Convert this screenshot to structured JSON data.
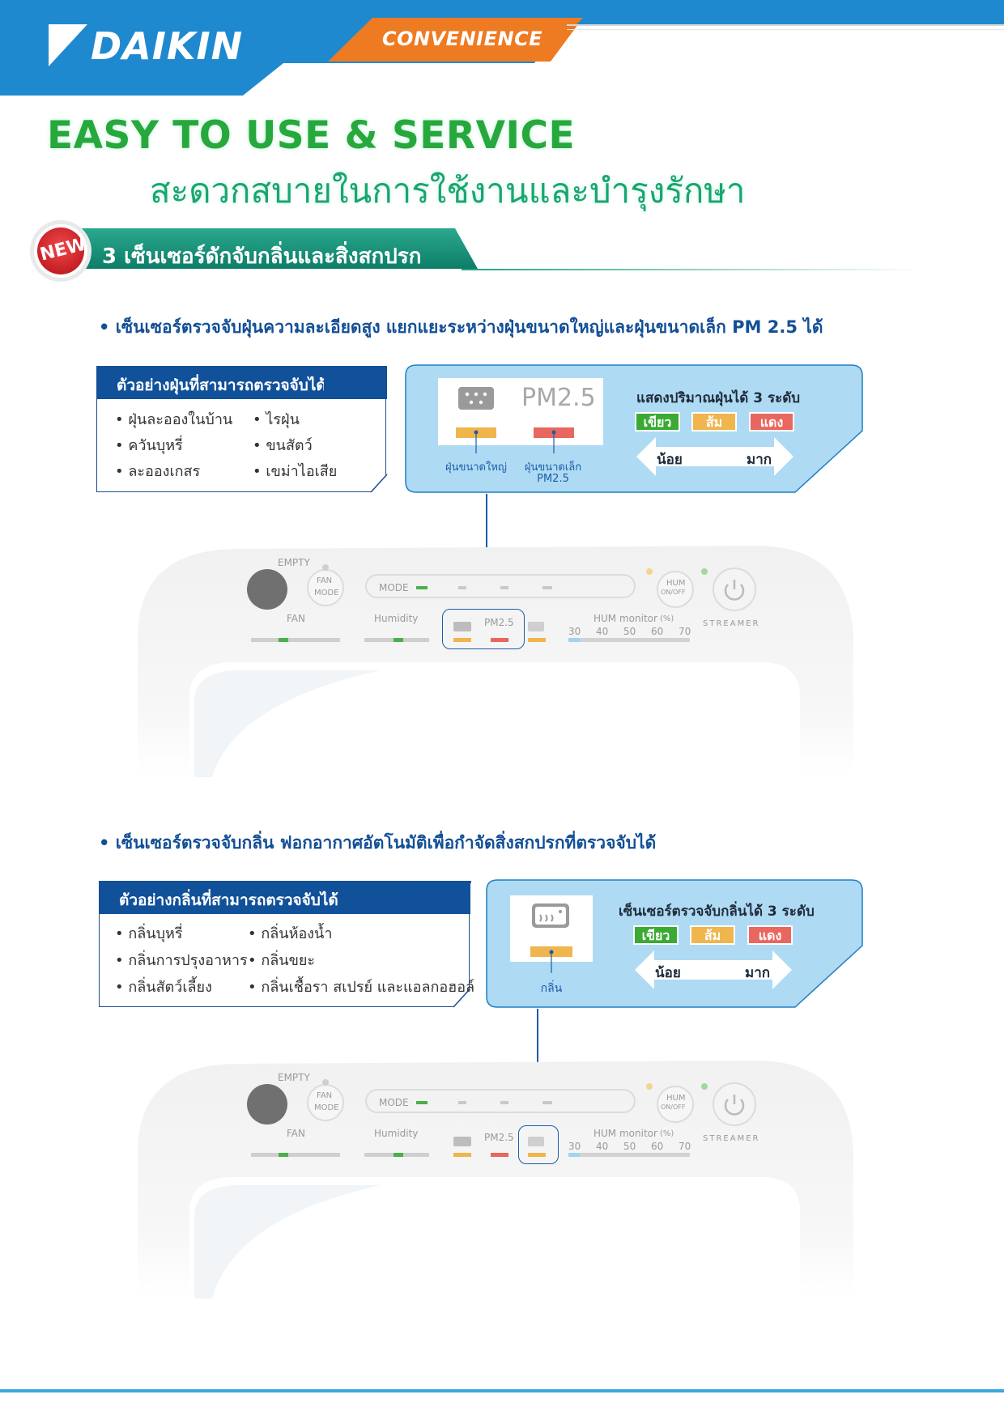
{
  "header": {
    "brand": "DAIKIN",
    "tag": "CONVENIENCE",
    "colors": {
      "brand_blue": "#1e88d0",
      "tag_orange": "#ee7a22"
    }
  },
  "titles": {
    "english": "EASY TO USE & SERVICE",
    "thai": "สะดวกสบายในการใช้งานและบำรุงรักษา"
  },
  "banner": {
    "badge": "NEW",
    "text": "3 เซ็นเซอร์ดักจับกลิ่นและสิ่งสกปรก"
  },
  "dust_section": {
    "bullet": "• เซ็นเซอร์ตรวจจับฝุ่นความละเอียดสูง แยกแยะระหว่างฝุ่นขนาดใหญ่และฝุ่นขนาดเล็ก PM 2.5 ได้",
    "examples_title": "ตัวอย่างฝุ่นที่สามารถตรวจจับได้",
    "examples_left": [
      "• ฝุ่นละอองในบ้าน",
      "• ควันบุหรี่",
      "• ละอองเกสร"
    ],
    "examples_right": [
      "• ไรฝุ่น",
      "• ขนสัตว์",
      "• เขม่าไอเสีย"
    ],
    "indicator_label": "PM2.5",
    "caption_large": "ฝุ่นขนาดใหญ่",
    "caption_small_line1": "ฝุ่นขนาดเล็ก",
    "caption_small_line2": "PM2.5",
    "levels_title": "แสดงปริมาณฝุ่นได้ 3 ระดับ",
    "levels": [
      "เขียว",
      "ส้ม",
      "แดง"
    ],
    "arrow_low": "น้อย",
    "arrow_high": "มาก"
  },
  "odor_section": {
    "bullet": "• เซ็นเซอร์ตรวจจับกลิ่น ฟอกอากาศอัตโนมัติเพื่อกำจัดสิ่งสกปรกที่ตรวจจับได้",
    "examples_title": "ตัวอย่างกลิ่นที่สามารถตรวจจับได้",
    "examples_left": [
      "• กลิ่นบุหรี่",
      "• กลิ่นการปรุงอาหาร",
      "• กลิ่นสัตว์เลี้ยง"
    ],
    "examples_right": [
      "• กลิ่นห้องน้ำ",
      "• กลิ่นขยะ",
      "• กลิ่นเชื้อรา สเปรย์ และแอลกอฮอล์"
    ],
    "caption": "กลิ่น",
    "levels_title": "เซ็นเซอร์ตรวจจับกลิ่นได้ 3 ระดับ",
    "levels": [
      "เขียว",
      "ส้ม",
      "แดง"
    ],
    "arrow_low": "น้อย",
    "arrow_high": "มาก"
  },
  "device_panel": {
    "empty": "EMPTY",
    "fan_mode_1": "FAN",
    "fan_mode_2": "MODE",
    "mode": "MODE",
    "fan": "FAN",
    "humidity": "Humidity",
    "pm25": "PM2.5",
    "hum_monitor": "HUM monitor",
    "hum_unit": "(%)",
    "scale": [
      "30",
      "40",
      "50",
      "60",
      "70"
    ],
    "hum_btn_1": "HUM",
    "hum_btn_2": "ON/OFF",
    "streamer": "STREAMER"
  }
}
